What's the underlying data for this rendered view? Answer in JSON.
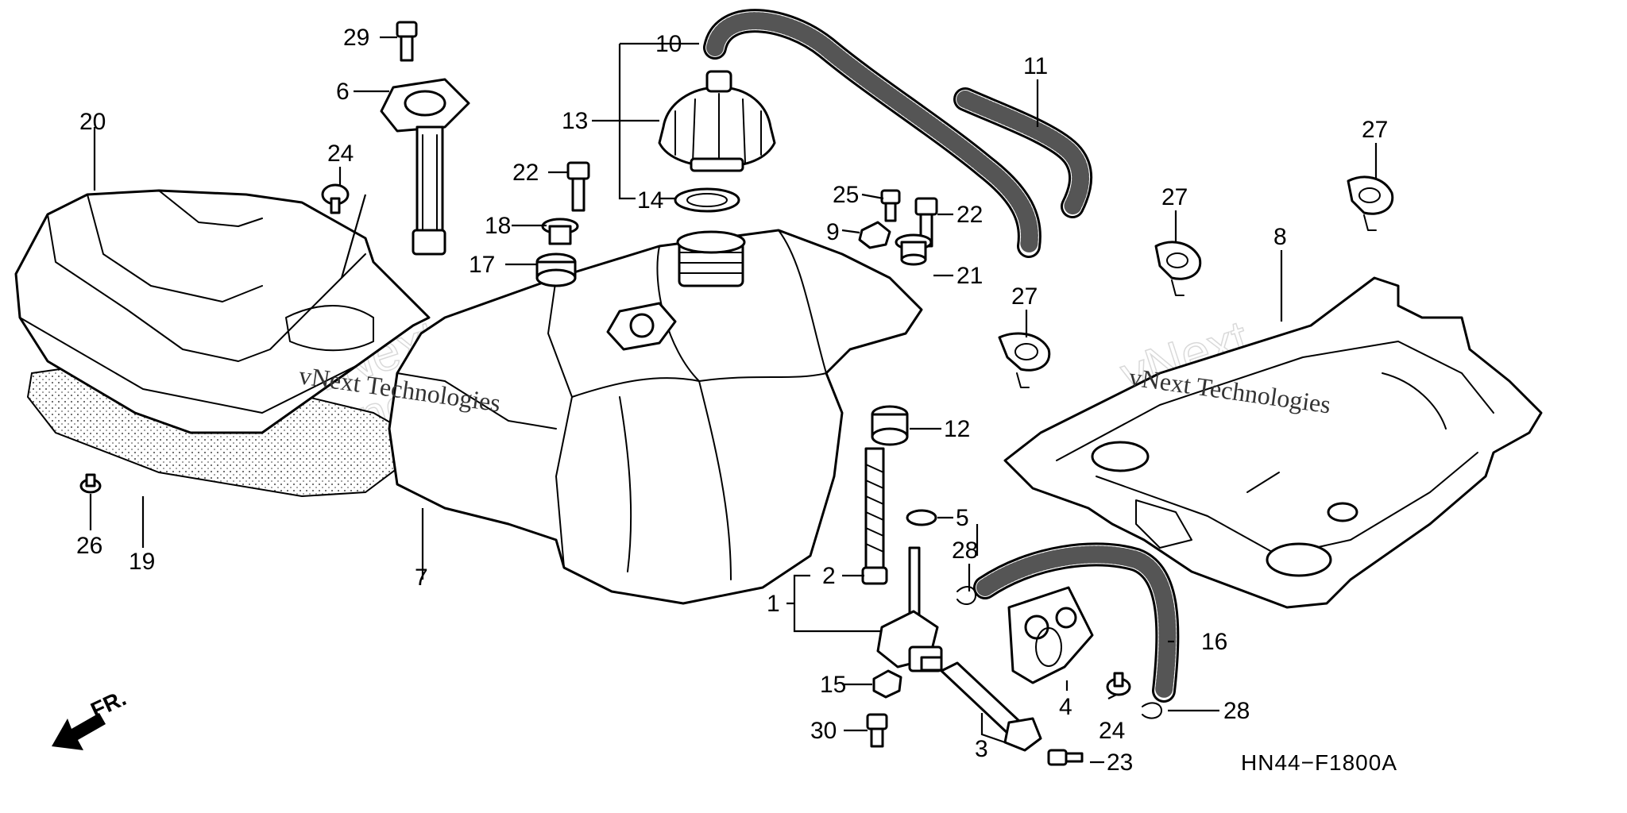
{
  "diagram": {
    "code": "HN44−F1800A",
    "front_arrow_label": "FR.",
    "watermark_line1": "vNext Technologies",
    "watermark_big1": "vNext",
    "watermark_big2": "Technologies",
    "callouts": {
      "c1": "1",
      "c2": "2",
      "c3": "3",
      "c4": "4",
      "c5": "5",
      "c6": "6",
      "c7": "7",
      "c8": "8",
      "c9": "9",
      "c10": "10",
      "c11": "11",
      "c12": "12",
      "c13": "13",
      "c14": "14",
      "c15": "15",
      "c16": "16",
      "c17": "17",
      "c18": "18",
      "c19": "19",
      "c20": "20",
      "c21": "21",
      "c22a": "22",
      "c22b": "22",
      "c23": "23",
      "c24a": "24",
      "c24b": "24",
      "c25": "25",
      "c26": "26",
      "c27a": "27",
      "c27b": "27",
      "c27c": "27",
      "c28a": "28",
      "c28b": "28",
      "c29": "29",
      "c30": "30"
    }
  }
}
